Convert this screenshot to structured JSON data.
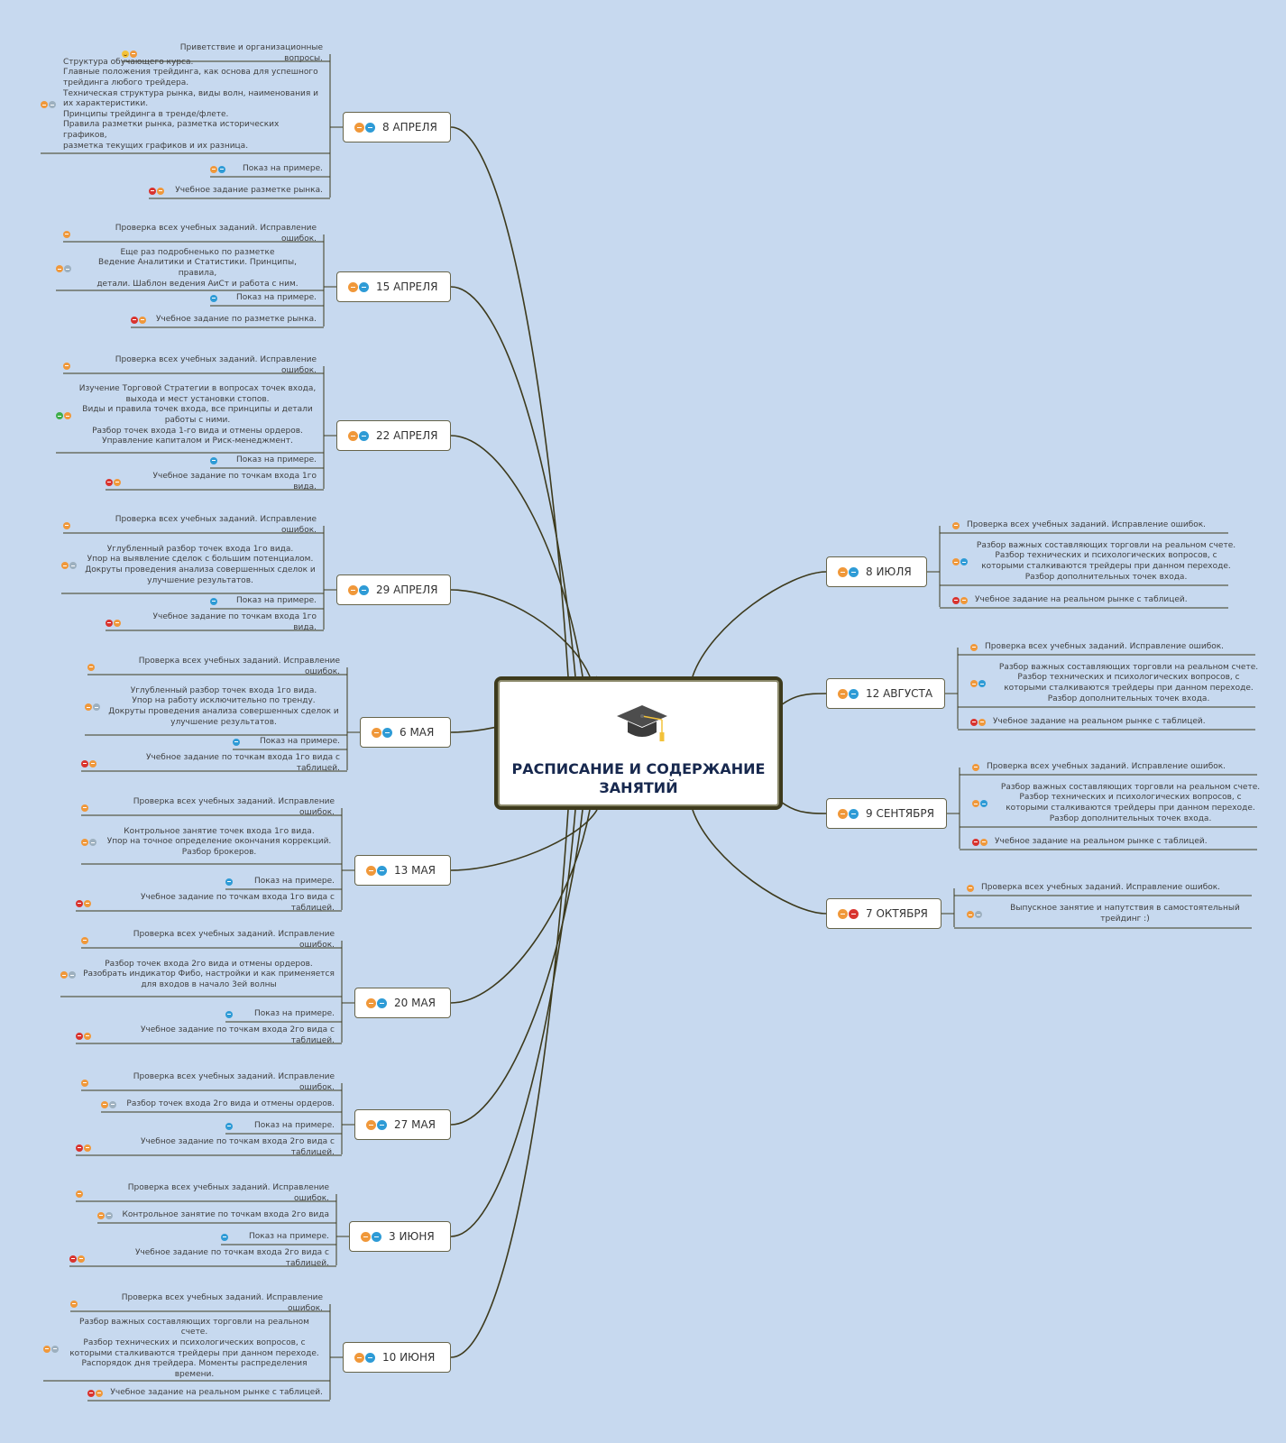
{
  "title": "РАСПИСАНИЕ И СОДЕРЖАНИЕ ЗАНЯТИЙ",
  "icons": {
    "central": "graduation-cap-icon"
  },
  "colors": {
    "background": "#c7d9ef",
    "line": "#3d3a1c",
    "text": "#3a3a3a",
    "title": "#17284e"
  },
  "left_topics": [
    {
      "label": "8 АПРЕЛЯ",
      "icons": [
        "orange",
        "blue"
      ],
      "items": [
        {
          "text": "Приветствие и организационные вопросы.",
          "icons": [
            "yellow-smile",
            "orange"
          ]
        },
        {
          "text": "Структура обучающего курса.\nГлавные положения трейдинга, как основа для успешного\nтрейдинга любого трейдера.\nТехническая структура рынка, виды волн, наименования и\nих характеристики.\nПринципы трейдинга в тренде/флете.\nПравила разметки рынка, разметка исторических графиков,\nразметка текущих графиков и их разница.",
          "icons": [
            "orange",
            "grey"
          ]
        },
        {
          "text": "Показ на примере.",
          "icons": [
            "orange",
            "blue"
          ]
        },
        {
          "text": "Учебное задание разметке рынка.",
          "icons": [
            "red",
            "orange"
          ]
        }
      ]
    },
    {
      "label": "15 АПРЕЛЯ",
      "icons": [
        "orange",
        "blue"
      ],
      "items": [
        {
          "text": "Проверка всех учебных заданий. Исправление ошибок.",
          "icons": [
            "orange"
          ]
        },
        {
          "text": "Еще раз подробненько по разметке\nВедение Аналитики и Статистики. Принципы, правила,\nдетали. Шаблон ведения АиСт и работа с ним.",
          "icons": [
            "orange",
            "grey"
          ]
        },
        {
          "text": "Показ на примере.",
          "icons": [
            "blue"
          ]
        },
        {
          "text": "Учебное задание по разметке рынка.",
          "icons": [
            "red",
            "orange"
          ]
        }
      ]
    },
    {
      "label": "22 АПРЕЛЯ",
      "icons": [
        "orange",
        "blue"
      ],
      "items": [
        {
          "text": "Проверка всех учебных заданий. Исправление ошибок.",
          "icons": [
            "orange"
          ]
        },
        {
          "text": "Изучение Торговой Стратегии в вопросах точек входа,\nвыхода и мест установки стопов.\nВиды и правила точек входа, все принципы и детали\nработы с ними.\nРазбор точек входа 1-го вида и отмены ордеров.\nУправление капиталом и Риск-менеджмент.",
          "icons": [
            "green",
            "orange"
          ]
        },
        {
          "text": "Показ на примере.",
          "icons": [
            "blue"
          ]
        },
        {
          "text": "Учебное задание по точкам входа 1го вида.",
          "icons": [
            "red",
            "orange"
          ]
        }
      ]
    },
    {
      "label": "29 АПРЕЛЯ",
      "icons": [
        "orange",
        "blue"
      ],
      "items": [
        {
          "text": "Проверка всех учебных заданий. Исправление ошибок.",
          "icons": [
            "orange"
          ]
        },
        {
          "text": "Углубленный разбор точек входа 1го вида.\nУпор на выявление сделок с большим потенциалом.\nДокруты проведения анализа совершенных сделок и\nулучшение результатов.",
          "icons": [
            "orange",
            "grey"
          ]
        },
        {
          "text": "Показ на примере.",
          "icons": [
            "blue"
          ]
        },
        {
          "text": "Учебное задание по точкам входа 1го вида.",
          "icons": [
            "red",
            "orange"
          ]
        }
      ]
    },
    {
      "label": "6 МАЯ",
      "icons": [
        "orange",
        "blue"
      ],
      "items": [
        {
          "text": "Проверка всех учебных заданий. Исправление ошибок.",
          "icons": [
            "orange"
          ]
        },
        {
          "text": "Углубленный разбор точек входа 1го вида.\nУпор на работу исключительно по тренду.\nДокруты проведения анализа совершенных сделок и\nулучшение результатов.",
          "icons": [
            "orange",
            "grey"
          ]
        },
        {
          "text": "Показ на примере.",
          "icons": [
            "blue"
          ]
        },
        {
          "text": "Учебное задание по точкам входа 1го вида с таблицей.",
          "icons": [
            "red",
            "orange"
          ]
        }
      ]
    },
    {
      "label": "13 МАЯ",
      "icons": [
        "orange",
        "blue"
      ],
      "items": [
        {
          "text": "Проверка всех учебных заданий. Исправление ошибок.",
          "icons": [
            "orange"
          ]
        },
        {
          "text": "Контрольное занятие точек входа 1го вида.\nУпор на точное определение окончания коррекций.\nРазбор брокеров.",
          "icons": [
            "orange",
            "grey"
          ]
        },
        {
          "text": "Показ на примере.",
          "icons": [
            "blue"
          ]
        },
        {
          "text": "Учебное задание по точкам входа 1го вида с таблицей.",
          "icons": [
            "red",
            "orange"
          ]
        }
      ]
    },
    {
      "label": "20 МАЯ",
      "icons": [
        "orange",
        "blue"
      ],
      "items": [
        {
          "text": "Проверка всех учебных заданий. Исправление ошибок.",
          "icons": [
            "orange"
          ]
        },
        {
          "text": "Разбор точек входа 2го вида и отмены ордеров.\nРазобрать индикатор Фибо, настройки и как применяется\nдля входов в начало 3ей волны",
          "icons": [
            "orange",
            "grey"
          ]
        },
        {
          "text": "Показ на примере.",
          "icons": [
            "blue"
          ]
        },
        {
          "text": "Учебное задание по точкам входа 2го вида с таблицей.",
          "icons": [
            "red",
            "orange"
          ]
        }
      ]
    },
    {
      "label": "27 МАЯ",
      "icons": [
        "orange",
        "blue"
      ],
      "items": [
        {
          "text": "Проверка всех учебных заданий. Исправление ошибок.",
          "icons": [
            "orange"
          ]
        },
        {
          "text": "Разбор точек входа 2го вида и отмены ордеров.",
          "icons": [
            "orange",
            "grey"
          ]
        },
        {
          "text": "Показ на примере.",
          "icons": [
            "blue"
          ]
        },
        {
          "text": "Учебное задание по точкам входа 2го вида с таблицей.",
          "icons": [
            "red",
            "orange"
          ]
        }
      ]
    },
    {
      "label": "3 ИЮНЯ",
      "icons": [
        "orange",
        "blue"
      ],
      "items": [
        {
          "text": "Проверка всех учебных заданий. Исправление ошибок.",
          "icons": [
            "orange"
          ]
        },
        {
          "text": "Контрольное занятие по точкам входа 2го вида",
          "icons": [
            "orange",
            "grey"
          ]
        },
        {
          "text": "Показ на примере.",
          "icons": [
            "blue"
          ]
        },
        {
          "text": "Учебное задание по точкам входа 2го вида с таблицей.",
          "icons": [
            "red",
            "orange"
          ]
        }
      ]
    },
    {
      "label": "10 ИЮНЯ",
      "icons": [
        "orange",
        "blue"
      ],
      "items": [
        {
          "text": "Проверка всех учебных заданий. Исправление ошибок.",
          "icons": [
            "orange"
          ]
        },
        {
          "text": "Разбор важных составляющих торговли на реальном счете.\nРазбор технических и психологических вопросов, с\nкоторыми сталкиваются трейдеры при данном переходе.\nРаспорядок дня трейдера. Моменты распределения\nвремени.",
          "icons": [
            "orange",
            "grey"
          ]
        },
        {
          "text": "Учебное задание на реальном рынке с таблицей.",
          "icons": [
            "red",
            "orange"
          ]
        }
      ]
    }
  ],
  "right_topics": [
    {
      "label": "8 ИЮЛЯ",
      "icons": [
        "orange",
        "blue"
      ],
      "items": [
        {
          "text": "Проверка всех учебных заданий. Исправление ошибок.",
          "icons": [
            "orange"
          ]
        },
        {
          "text": "Разбор важных составляющих торговли на реальном счете.\nРазбор технических и психологических вопросов, с\nкоторыми сталкиваются трейдеры при данном переходе.\nРазбор дополнительных точек входа.",
          "icons": [
            "orange",
            "blue"
          ]
        },
        {
          "text": "Учебное задание на реальном рынке с таблицей.",
          "icons": [
            "red",
            "orange"
          ]
        }
      ]
    },
    {
      "label": "12 АВГУСТА",
      "icons": [
        "orange",
        "blue"
      ],
      "items": [
        {
          "text": "Проверка всех учебных заданий. Исправление ошибок.",
          "icons": [
            "orange"
          ]
        },
        {
          "text": "Разбор важных составляющих торговли на реальном счете.\nРазбор технических и психологических вопросов, с\nкоторыми сталкиваются трейдеры при данном переходе.\nРазбор дополнительных точек входа.",
          "icons": [
            "orange",
            "blue"
          ]
        },
        {
          "text": "Учебное задание на реальном рынке с таблицей.",
          "icons": [
            "red",
            "orange"
          ]
        }
      ]
    },
    {
      "label": "9 СЕНТЯБРЯ",
      "icons": [
        "orange",
        "blue"
      ],
      "items": [
        {
          "text": "Проверка всех учебных заданий. Исправление ошибок.",
          "icons": [
            "orange"
          ]
        },
        {
          "text": "Разбор важных составляющих торговли на реальном счете.\nРазбор технических и психологических вопросов, с\nкоторыми сталкиваются трейдеры при данном переходе.\nРазбор дополнительных точек входа.",
          "icons": [
            "orange",
            "blue"
          ]
        },
        {
          "text": "Учебное задание на реальном рынке с таблицей.",
          "icons": [
            "red",
            "orange"
          ]
        }
      ]
    },
    {
      "label": "7 ОКТЯБРЯ",
      "icons": [
        "orange",
        "red"
      ],
      "items": [
        {
          "text": "Проверка всех учебных заданий. Исправление ошибок.",
          "icons": [
            "orange"
          ]
        },
        {
          "text": "Выпускное занятие и напутствия в самостоятельный\nтрейдинг :)",
          "icons": [
            "orange",
            "grey"
          ]
        }
      ]
    }
  ]
}
